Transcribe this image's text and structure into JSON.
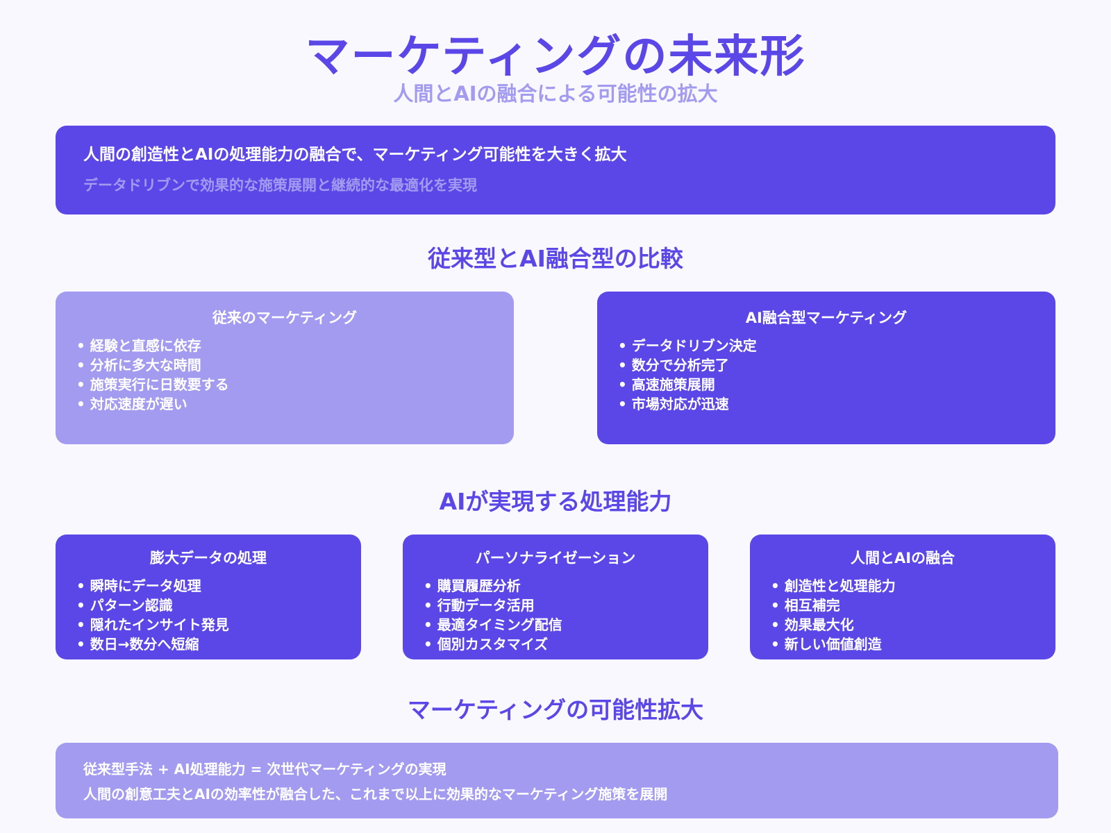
{
  "header": {
    "title": "マーケティングの未来形",
    "subtitle": "人間とAIの融合による可能性の拡大"
  },
  "banner": {
    "line1": "人間の創造性とAIの処理能力の融合で、マーケティング可能性を大きく拡大",
    "line2": "データドリブンで効果的な施策展開と継続的な最適化を実現"
  },
  "comparison": {
    "heading": "従来型とAI融合型の比較",
    "traditional": {
      "title": "従来のマーケティング",
      "items": [
        "経験と直感に依存",
        "分析に多大な時間",
        "施策実行に日数要する",
        "対応速度が遅い"
      ]
    },
    "ai": {
      "title": "AI融合型マーケティング",
      "items": [
        "データドリブン決定",
        "数分で分析完了",
        "高速施策展開",
        "市場対応が迅速"
      ]
    }
  },
  "capabilities": {
    "heading": "AIが実現する処理能力",
    "cards": [
      {
        "title": "膨大データの処理",
        "items": [
          "瞬時にデータ処理",
          "パターン認識",
          "隠れたインサイト発見",
          "数日→数分へ短縮"
        ]
      },
      {
        "title": "パーソナライゼーション",
        "items": [
          "購買履歴分析",
          "行動データ活用",
          "最適タイミング配信",
          "個別カスタマイズ"
        ]
      },
      {
        "title": "人間とAIの融合",
        "items": [
          "創造性と処理能力",
          "相互補完",
          "効果最大化",
          "新しい価値創造"
        ]
      }
    ]
  },
  "expansion": {
    "heading": "マーケティングの可能性拡大",
    "line1": "従来型手法 + AI処理能力 = 次世代マーケティングの実現",
    "line2": "人間の創意工夫とAIの効率性が融合した、これまで以上に効果的なマーケティング施策を展開"
  },
  "colors": {
    "primary": "#5b47e8",
    "light": "#a29bef",
    "background": "#f8f8fe"
  }
}
